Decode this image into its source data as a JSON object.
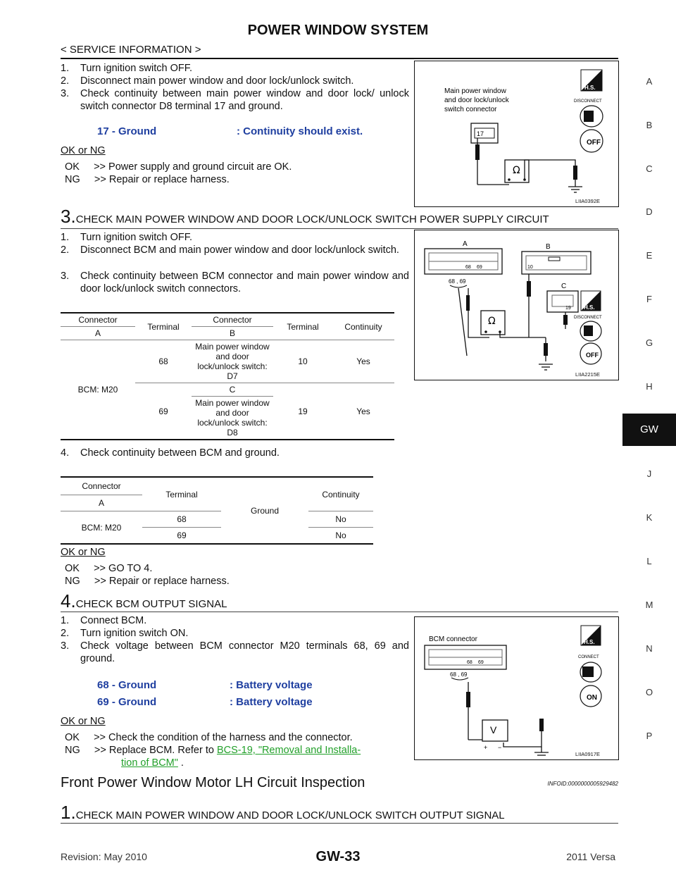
{
  "header": {
    "title": "POWER WINDOW SYSTEM",
    "section": "< SERVICE INFORMATION >"
  },
  "sidebar": {
    "letters": [
      "A",
      "B",
      "C",
      "D",
      "E",
      "F",
      "G",
      "H",
      "GW",
      "J",
      "K",
      "L",
      "M",
      "N",
      "O",
      "P"
    ],
    "active": "GW"
  },
  "block1": {
    "steps": [
      {
        "n": "1.",
        "t": "Turn ignition switch OFF."
      },
      {
        "n": "2.",
        "t": "Disconnect main power window and door lock/unlock switch."
      },
      {
        "n": "3.",
        "t": "Check continuity between main power window and door lock/ unlock switch connector D8 terminal 17 and ground."
      }
    ],
    "spec_left": "17 - Ground",
    "spec_right": ": Continuity should exist.",
    "okng": "OK or NG",
    "ok": "OK     >> Power supply and ground circuit are OK.",
    "ng": "NG     >> Repair or replace harness.",
    "fig": {
      "label": "Main power window\nand door lock/unlock\nswitch connector",
      "term": "17",
      "disconnect": "DISCONNECT",
      "hs": "H.S.",
      "off": "OFF",
      "ohm": "Ω",
      "code": "LIIA0392E"
    }
  },
  "block3": {
    "num": "3.",
    "title": "CHECK MAIN POWER WINDOW AND DOOR LOCK/UNLOCK SWITCH POWER SUPPLY CIRCUIT",
    "steps": [
      {
        "n": "1.",
        "t": "Turn ignition switch OFF."
      },
      {
        "n": "2.",
        "t": "Disconnect BCM and main power window and door lock/unlock switch."
      },
      {
        "n": "3.",
        "t": "Check continuity between BCM connector and main power window and door lock/unlock switch connectors."
      }
    ],
    "table1": {
      "h_conn": "Connector",
      "h_term": "Terminal",
      "h_cont": "Continuity",
      "h_a": "A",
      "h_b": "B",
      "row_conn": "BCM: M20",
      "r1_term": "68",
      "r1_bconn": "Main power window and door lock/unlock switch: D7",
      "r1_bterm": "10",
      "r1_cont": "Yes",
      "r2_term": "69",
      "r2_c": "C",
      "r2_bconn": "Main power window and door lock/unlock switch: D8",
      "r2_bterm": "19",
      "r2_cont": "Yes"
    },
    "step4": {
      "n": "4.",
      "t": "Check continuity between BCM and ground."
    },
    "table2": {
      "h_conn": "Connector",
      "h_term": "Terminal",
      "h_cont": "Continuity",
      "h_a": "A",
      "ground": "Ground",
      "conn": "BCM: M20",
      "r1_term": "68",
      "r1_cont": "No",
      "r2_term": "69",
      "r2_cont": "No"
    },
    "okng": "OK or NG",
    "ok": "OK     >> GO TO 4.",
    "ng": "NG     >> Repair or replace harness.",
    "fig": {
      "a": "A",
      "b": "B",
      "c": "C",
      "t68": "68",
      "t69": "69",
      "pair": "68 , 69",
      "t10": "10",
      "t19": "19",
      "hs": "H.S.",
      "disconnect": "DISCONNECT",
      "off": "OFF",
      "ohm": "Ω",
      "code": "LIIA2215E"
    }
  },
  "block4": {
    "num": "4.",
    "title": "CHECK BCM OUTPUT SIGNAL",
    "steps": [
      {
        "n": "1.",
        "t": "Connect BCM."
      },
      {
        "n": "2.",
        "t": "Turn ignition switch ON."
      },
      {
        "n": "3.",
        "t": "Check voltage between BCM connector M20 terminals 68, 69 and ground."
      }
    ],
    "spec1_left": "68 - Ground",
    "spec1_right": ": Battery voltage",
    "spec2_left": "69 - Ground",
    "spec2_right": ": Battery voltage",
    "okng": "OK or NG",
    "ok": "OK     >> Check the condition of the harness and the connector.",
    "ng_prefix": "NG     >> Replace BCM. Refer to ",
    "ng_link1": "BCS-19, \"Removal and Installa-",
    "ng_link2": "tion of BCM\"",
    "ng_suffix": " .",
    "fig": {
      "label": "BCM connector",
      "t68": "68",
      "t69": "69",
      "pair": "68 , 69",
      "hs": "H.S.",
      "connect": "CONNECT",
      "on": "ON",
      "v": "V",
      "plus": "+",
      "minus": "−",
      "code": "LIIA0917E"
    }
  },
  "section2": {
    "title": "Front Power Window Motor LH Circuit Inspection",
    "infoid": "INFOID:0000000005929482"
  },
  "block1b": {
    "num": "1.",
    "title": "CHECK MAIN POWER WINDOW AND DOOR LOCK/UNLOCK SWITCH OUTPUT SIGNAL"
  },
  "footer": {
    "revision": "Revision: May 2010",
    "page": "GW-33",
    "model": "2011 Versa"
  }
}
